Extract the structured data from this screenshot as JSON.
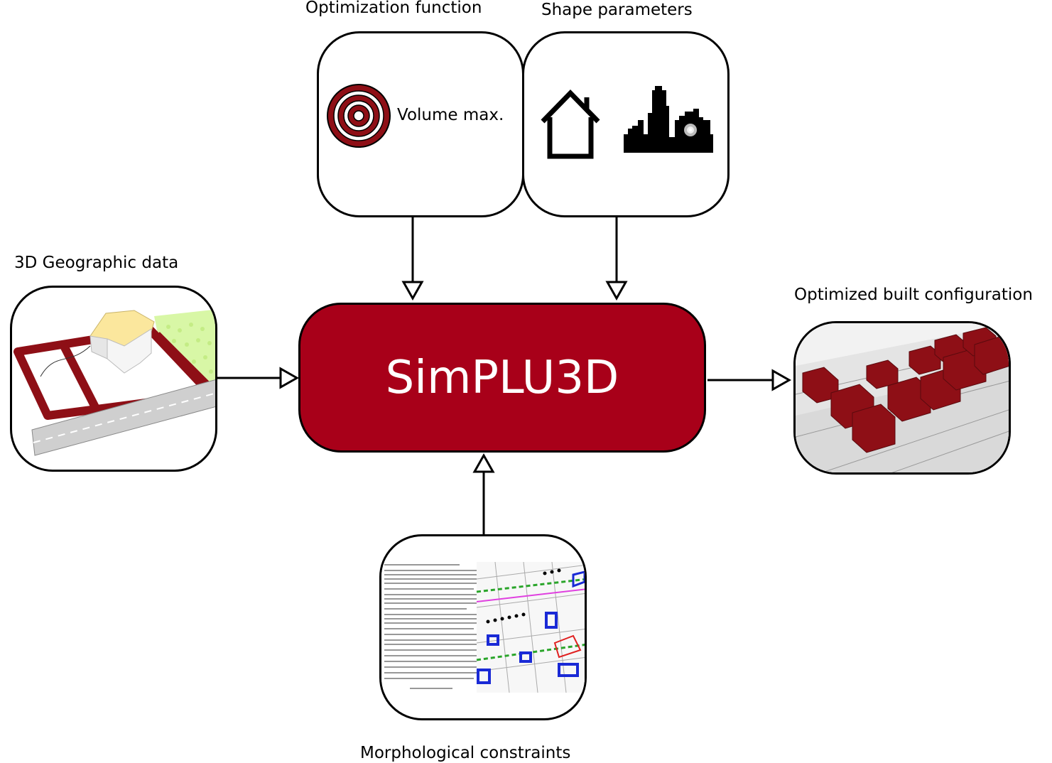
{
  "labels": {
    "optimization_function": "Optimization function",
    "shape_parameters": "Shape parameters",
    "geographic_data": "3D Geographic data",
    "optimized_output": "Optimized built configuration",
    "morphological_constraints": "Morphological constraints"
  },
  "core": {
    "title": "SimPLU3D"
  },
  "optimization_box": {
    "text": "Volume max."
  },
  "colors": {
    "core_fill": "#a80019",
    "dark_red": "#8e0f16",
    "road_gray": "#cfcfcf",
    "lawn_green": "#d8f7a6",
    "house_yellow": "#fbe79d"
  },
  "icons": {
    "target": "target-icon",
    "house": "house-icon",
    "skyline": "city-skyline-icon"
  }
}
